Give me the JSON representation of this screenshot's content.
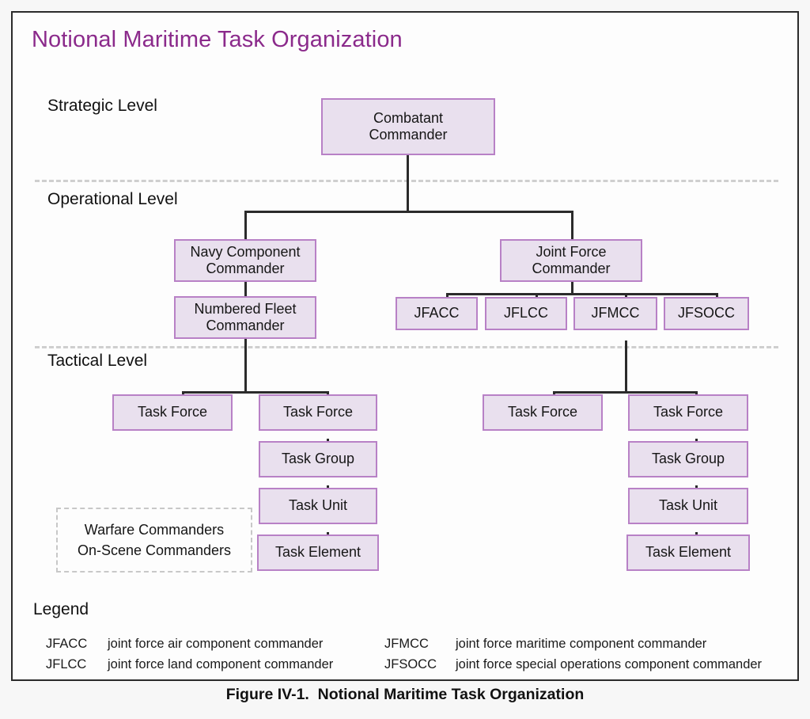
{
  "figure": {
    "title": "Notional Maritime Task Organization",
    "caption": "Figure IV-1.  Notional Maritime Task Organization",
    "accent_color": "#8b2a8b",
    "box_fill_color": "#e9e0ee",
    "box_border_color": "#b881c6",
    "connector_color": "#2b2b2b",
    "divider_color": "#cfcfcf"
  },
  "levels": {
    "strategic": "Strategic Level",
    "operational": "Operational Level",
    "tactical": "Tactical Level"
  },
  "nodes": {
    "combatant_commander": "Combatant\nCommander",
    "navy_component_commander": "Navy Component\nCommander",
    "numbered_fleet_commander": "Numbered Fleet\nCommander",
    "joint_force_commander": "Joint Force\nCommander",
    "jfacc": "JFACC",
    "jflcc": "JFLCC",
    "jfmcc": "JFMCC",
    "jfsocc": "JFSOCC",
    "navy_task_force_left": "Task Force",
    "navy_task_force_right": "Task Force",
    "navy_task_group": "Task Group",
    "navy_task_unit": "Task Unit",
    "navy_task_element": "Task Element",
    "joint_task_force_left": "Task Force",
    "joint_task_force_right": "Task Force",
    "joint_task_group": "Task Group",
    "joint_task_unit": "Task Unit",
    "joint_task_element": "Task Element"
  },
  "note_box": {
    "line1": "Warfare Commanders",
    "line2": "On-Scene Commanders"
  },
  "legend": {
    "title": "Legend",
    "entries": [
      {
        "abbr": "JFACC",
        "desc": "joint force air component commander"
      },
      {
        "abbr": "JFMCC",
        "desc": "joint force maritime component commander"
      },
      {
        "abbr": "JFLCC",
        "desc": "joint force land component commander"
      },
      {
        "abbr": "JFSOCC",
        "desc": "joint force special operations component commander"
      }
    ]
  }
}
